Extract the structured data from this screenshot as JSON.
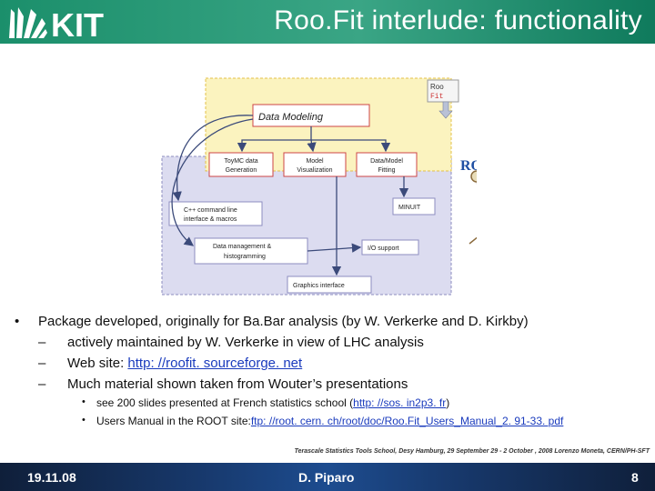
{
  "header": {
    "logo_text": "KIT",
    "title": "Roo.Fit interlude: functionality"
  },
  "diagram": {
    "roofit_tag_line1": "Roo",
    "roofit_tag_line2": "Fit",
    "root_logo": "ROOT",
    "data_modeling": "Data Modeling",
    "toymc_line1": "ToyMC data",
    "toymc_line2": "Generation",
    "model_line1": "Model",
    "model_line2": "Visualization",
    "fitting_line1": "Data/Model",
    "fitting_line2": "Fitting",
    "cpp_line1": "C++ command line",
    "cpp_line2": "interface & macros",
    "minuit": "MINUIT",
    "datamgmt_line1": "Data management &",
    "datamgmt_line2": "histogramming",
    "io": "I/O support",
    "graphics": "Graphics interface"
  },
  "bullets": {
    "main_marker": "•",
    "main": "Package developed, originally for Ba.Bar analysis (by W. Verkerke and D. Kirkby)",
    "dash": "–",
    "d1": "actively maintained by W. Verkerke in view of LHC analysis",
    "d2_prefix": "Web site: ",
    "d2_link": "http: //roofit. sourceforge. net",
    "d3": "Much material shown taken from Wouter’s presentations",
    "sub_marker": "•",
    "s1_prefix": "see 200 slides presented at French statistics school (",
    "s1_link": "http: //sos. in2p3. fr",
    "s1_suffix": ")",
    "s2_prefix": "Users Manual in the ROOT site:",
    "s2_link": "ftp: //root. cern. ch/root/doc/Roo.Fit_Users_Manual_2. 91-33. pdf"
  },
  "footer": {
    "citation": "Terascale Statistics Tools School, Desy Hamburg, 29 September 29 - 2 October , 2008      Lorenzo Moneta, CERN/PH-SFT",
    "date": "19.11.08",
    "author": "D. Piparo",
    "page": "8"
  }
}
